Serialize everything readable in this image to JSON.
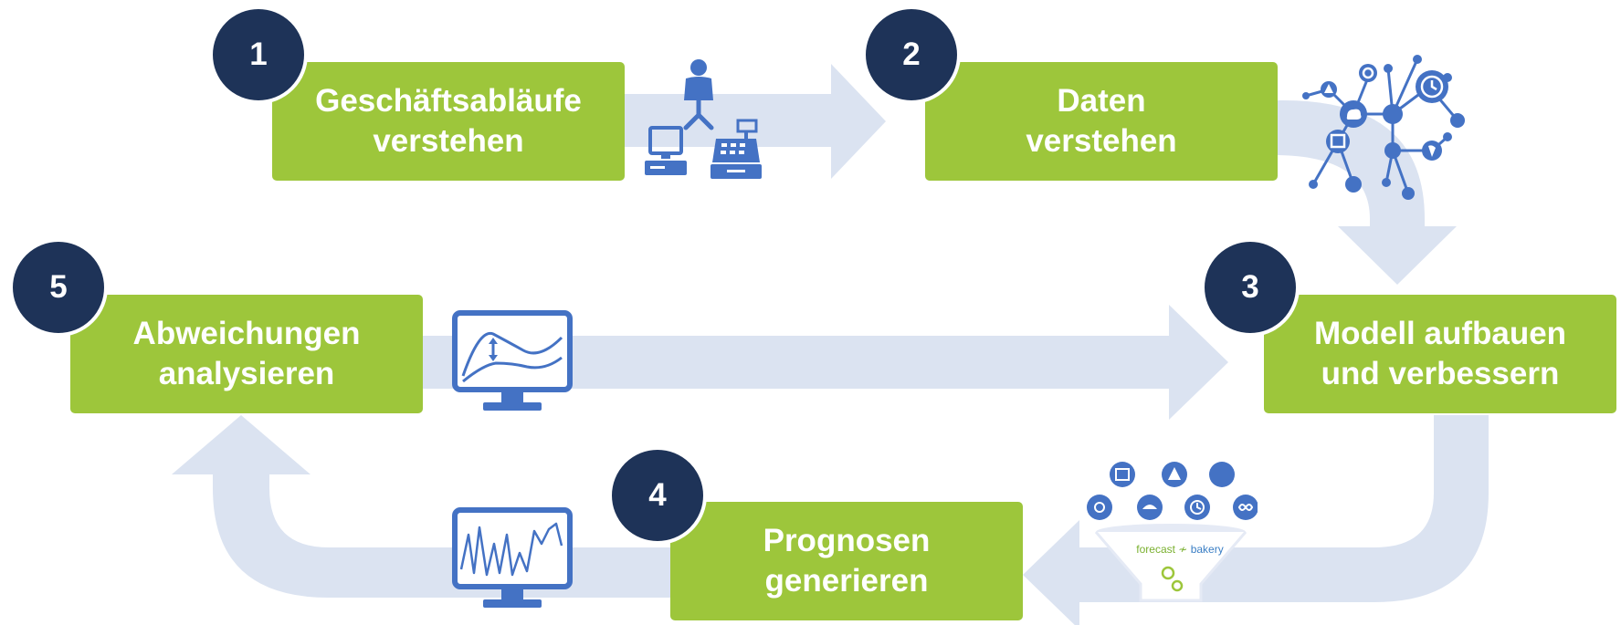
{
  "steps": [
    {
      "number": "1",
      "line1": "Geschäftsabläufe",
      "line2": "verstehen"
    },
    {
      "number": "2",
      "line1": "Daten",
      "line2": "verstehen"
    },
    {
      "number": "3",
      "line1": "Modell aufbauen",
      "line2": "und verbessern"
    },
    {
      "number": "4",
      "line1": "Prognosen",
      "line2": "generieren"
    },
    {
      "number": "5",
      "line1": "Abweichungen",
      "line2": "analysieren"
    }
  ],
  "funnel_logo": {
    "part1": "forecast",
    "part2": "bakery"
  },
  "icons": [
    "cashier-person-icon",
    "computer-terminal-icon",
    "cash-register-icon",
    "data-network-icon",
    "monitor-deviation-chart-icon",
    "monitor-forecast-chart-icon",
    "data-funnel-icon"
  ],
  "colors": {
    "step_box": "#9dc63b",
    "badge": "#1e3358",
    "flow_arrow": "#dbe3f1",
    "icon": "#4472c4"
  }
}
